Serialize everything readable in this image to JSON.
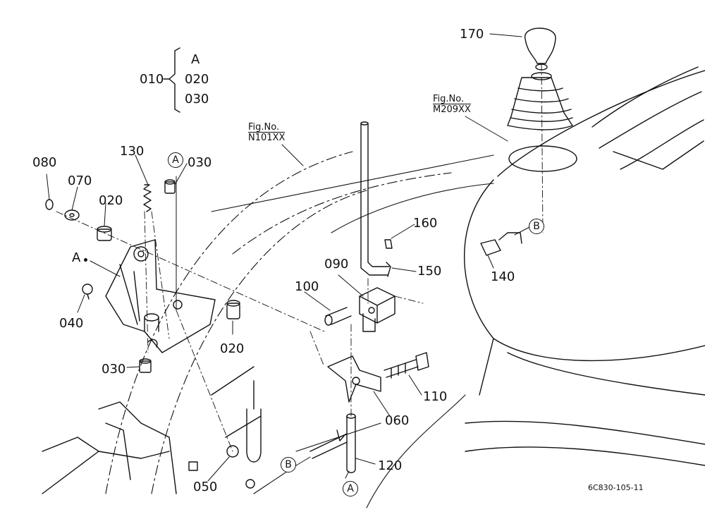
{
  "assembly": {
    "label": "010",
    "children": [
      "A",
      "020",
      "030"
    ]
  },
  "figure_refs": [
    {
      "prefix": "Fig.No.",
      "code": "N101XX"
    },
    {
      "prefix": "Fig.No.",
      "code": "M209XX"
    }
  ],
  "callouts": {
    "p170": "170",
    "p130": "130",
    "p030a": "030",
    "p080": "080",
    "p070": "070",
    "p020a": "020",
    "pA": "A",
    "p040": "040",
    "p030b": "030",
    "p020b": "020",
    "p050": "050",
    "p160": "160",
    "p150": "150",
    "p090": "090",
    "p100": "100",
    "p110": "110",
    "p060": "060",
    "p120": "120",
    "p140": "140"
  },
  "connectors": {
    "a_top": "A",
    "a_bottom": "A",
    "b_right": "B",
    "b_left": "B"
  },
  "drawing_code": "6C830-105-11"
}
